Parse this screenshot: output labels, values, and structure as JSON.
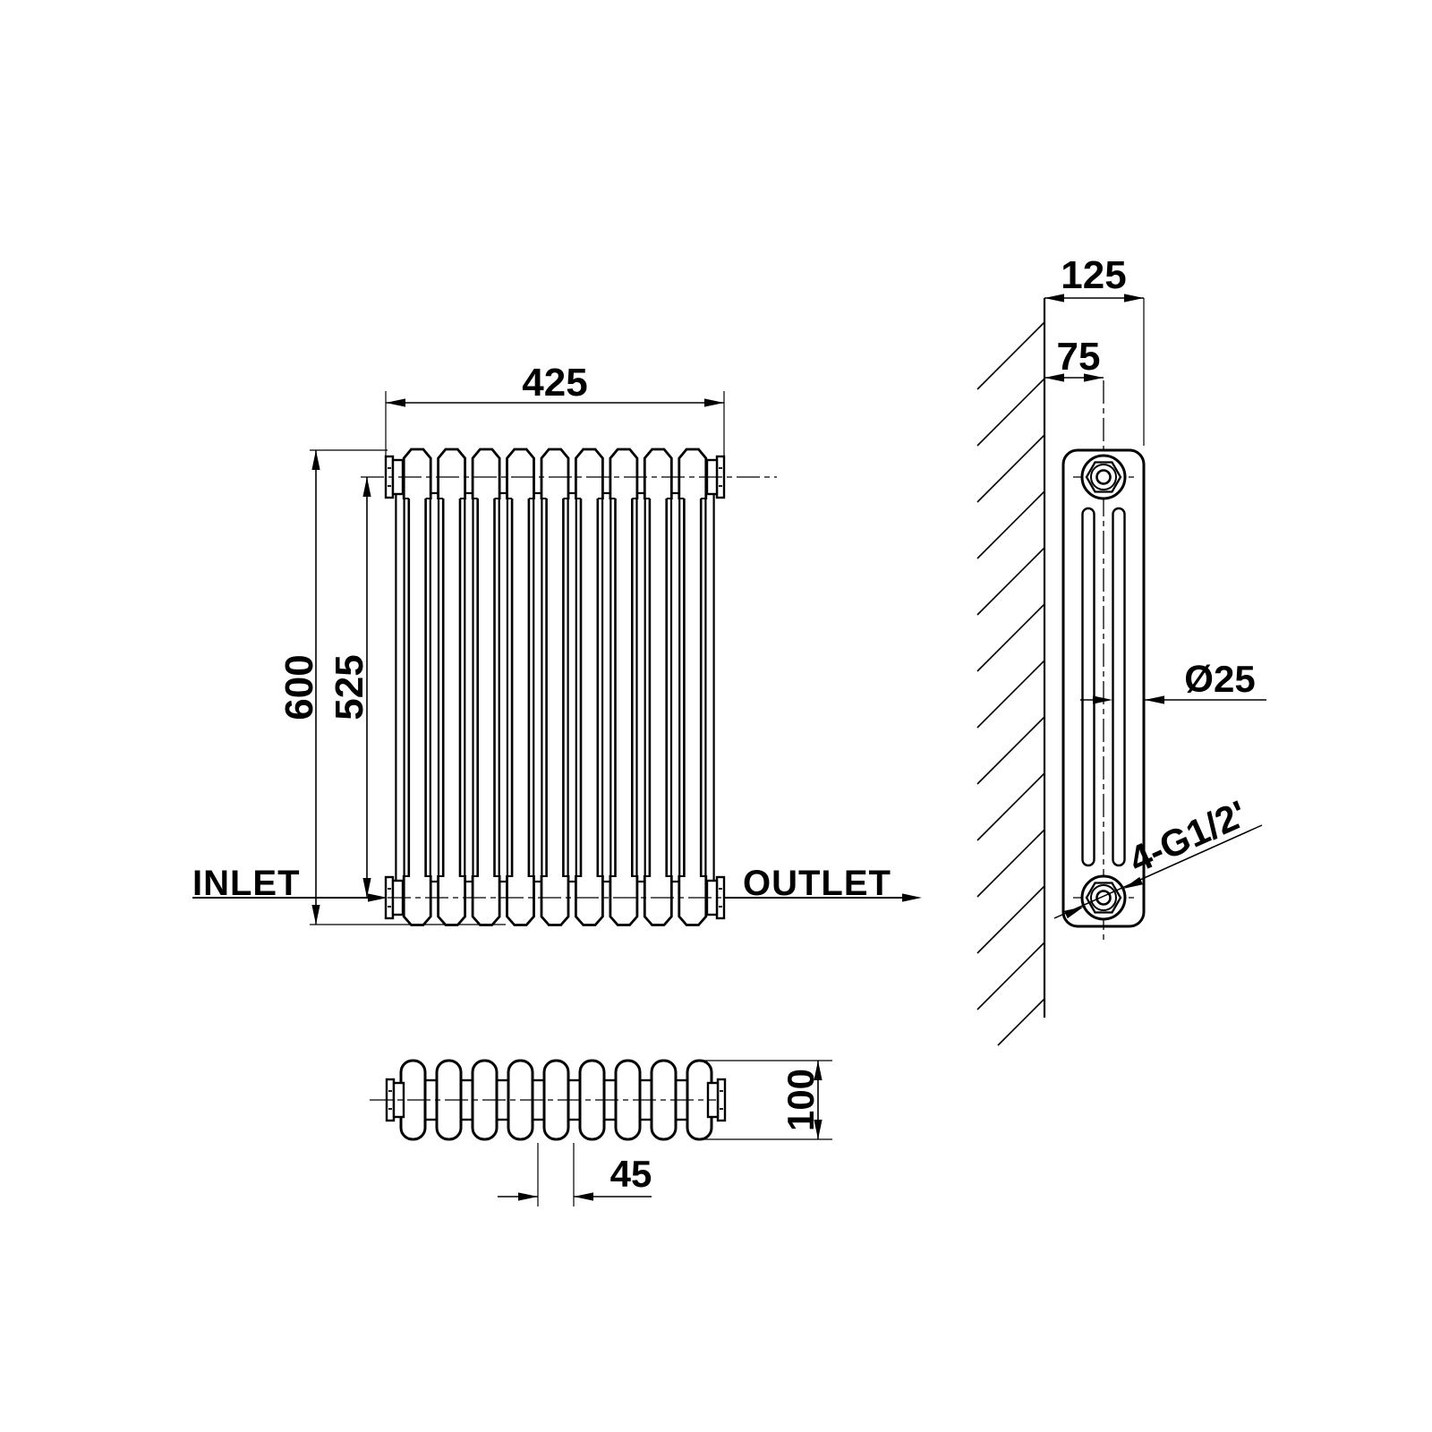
{
  "drawing": {
    "front": {
      "width": "425",
      "height": "600",
      "port_spacing": "525",
      "inlet": "INLET",
      "outlet": "OUTLET",
      "sections": 9
    },
    "side": {
      "depth_overall": "125",
      "wall_to_pipe_center": "75",
      "pipe_diameter": "Ø25",
      "thread_callout": "4-G1/2'"
    },
    "top": {
      "depth": "100",
      "section_pitch": "45"
    },
    "style": {
      "line_color": "#000000",
      "background": "#ffffff"
    }
  }
}
